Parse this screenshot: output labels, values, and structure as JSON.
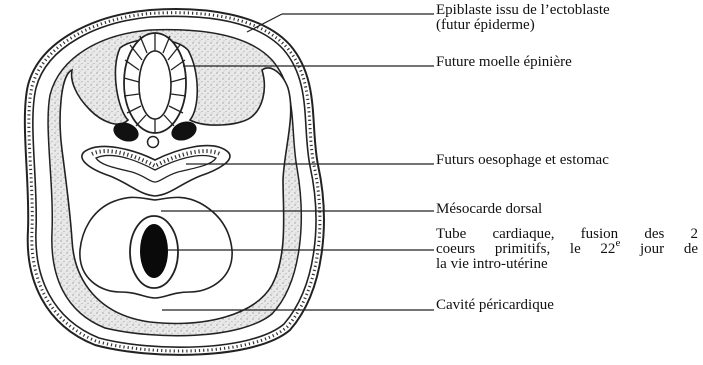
{
  "labels": {
    "epiblaste_l1": "Epiblaste issu de l’ectoblaste",
    "epiblaste_l2": "(futur épiderme)",
    "moelle": "Future moelle épinière",
    "oesophage": "Futurs oesophage et estomac",
    "mesocarde": "Mésocarde dorsal",
    "tube_l1": "Tube cardiaque, fusion des 2",
    "tube_l2": "coeurs primitifs, le 22",
    "tube_sup": "e",
    "tube_l2b": " jour de",
    "tube_l3": "la vie intro-utérine",
    "cavite": "Cavité péricardique"
  }
}
